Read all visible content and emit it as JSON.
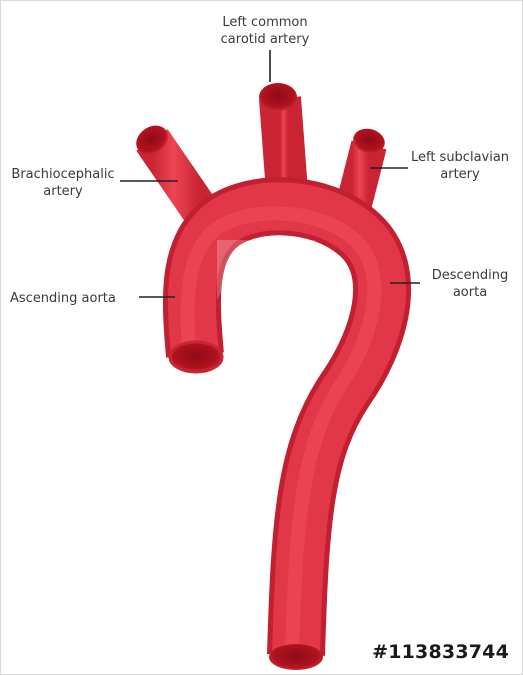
{
  "labels": {
    "left_common_carotid_line1": "Left common",
    "left_common_carotid_line2": "carotid artery",
    "brachiocephalic_line1": "Brachiocephalic",
    "brachiocephalic_line2": "artery",
    "left_subclavian_line1": "Left subclavian",
    "left_subclavian_line2": "artery",
    "ascending_aorta": "Ascending aorta",
    "descending_aorta_line1": "Descending",
    "descending_aorta_line2": "aorta"
  },
  "stock_id": "#113833744",
  "watermark_logo": "adobe-stock-logo",
  "colors": {
    "vessel": "#e43a4a",
    "vessel_dark": "#b51b2a",
    "vessel_cap": "#a8111f",
    "leader_line": "#222222",
    "label_text": "#3a3a3a"
  }
}
